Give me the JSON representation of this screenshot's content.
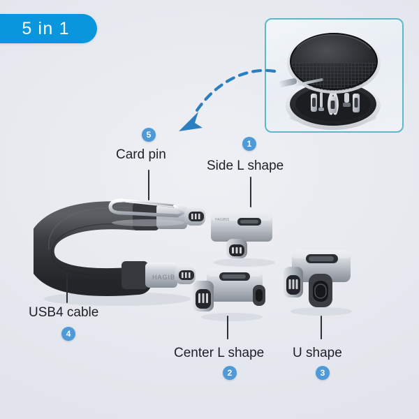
{
  "badge": {
    "text": "5 in 1"
  },
  "colors": {
    "pill_blue": "#0a96dd",
    "number_badge_blue": "#4e9ad8",
    "inset_border_teal": "#5fb6c8",
    "arrow_blue": "#2b7fc0",
    "background": "#e3e6ec",
    "label_text": "#1d2026"
  },
  "inset": {
    "name": "product-case-photo",
    "description": "Open round black zipper carrying case with adapters and card pin inside"
  },
  "arrow": {
    "name": "dashed-curved-arrow",
    "style": "dashed",
    "direction": "down-left"
  },
  "items": [
    {
      "id": 5,
      "label": "Card pin",
      "number": "5"
    },
    {
      "id": 1,
      "label": "Side L shape",
      "number": "1"
    },
    {
      "id": 4,
      "label": "USB4 cable",
      "number": "4"
    },
    {
      "id": 2,
      "label": "Center L shape",
      "number": "2"
    },
    {
      "id": 3,
      "label": "U shape",
      "number": "3"
    }
  ]
}
